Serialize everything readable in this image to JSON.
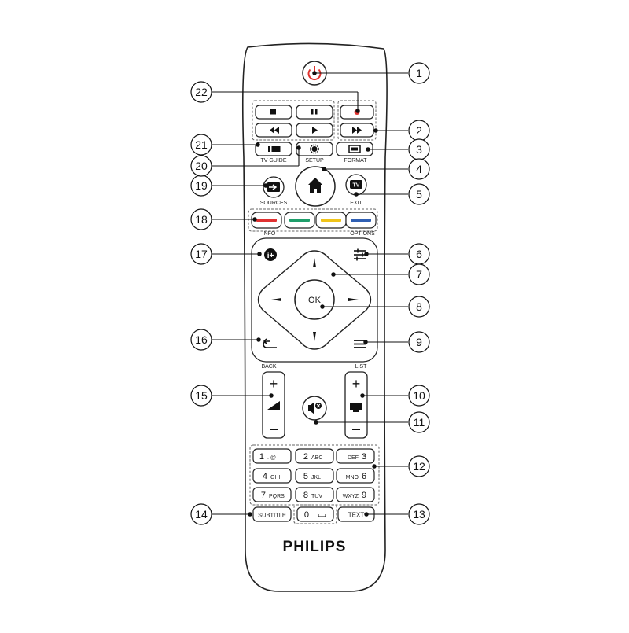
{
  "brand": "PHILIPS",
  "button_labels": {
    "tv_guide": "TV GUIDE",
    "setup": "SETUP",
    "format": "FORMAT",
    "sources": "SOURCES",
    "exit": "EXIT",
    "tv": "TV",
    "info": "INFO",
    "options": "OPTIONS",
    "ok": "OK",
    "back": "BACK",
    "list": "LIST",
    "plus": "+",
    "minus": "–",
    "subtitle": "SUBTITLE",
    "text": "TEXT"
  },
  "numpad": [
    {
      "digit": "1",
      "letters": ". @"
    },
    {
      "digit": "2",
      "letters": "ABC"
    },
    {
      "digit": "3",
      "letters": "DEF"
    },
    {
      "digit": "4",
      "letters": "GHI"
    },
    {
      "digit": "5",
      "letters": "JKL"
    },
    {
      "digit": "6",
      "letters": "MNO"
    },
    {
      "digit": "7",
      "letters": "PQRS"
    },
    {
      "digit": "8",
      "letters": "TUV"
    },
    {
      "digit": "9",
      "letters": "WXYZ"
    },
    {
      "digit": "0",
      "letters": "␣"
    }
  ],
  "callouts": [
    "1",
    "2",
    "3",
    "4",
    "5",
    "6",
    "7",
    "8",
    "9",
    "10",
    "11",
    "12",
    "13",
    "14",
    "15",
    "16",
    "17",
    "18",
    "19",
    "20",
    "21",
    "22"
  ],
  "colors": {
    "power": "#e0312d",
    "record": "#e0312d",
    "red_key": "#e03131",
    "green_key": "#1e9e6a",
    "yellow_key": "#f0c419",
    "blue_key": "#2f5fb3",
    "outline": "#222222"
  },
  "icons": [
    "power-icon",
    "record-icon",
    "stop-icon",
    "pause-icon",
    "rewind-icon",
    "play-icon",
    "fast-forward-icon",
    "tv-guide-icon",
    "setup-gear-icon",
    "format-icon",
    "home-icon",
    "sources-icon",
    "tv-icon",
    "info-icon",
    "adjust-icon",
    "arrow-up-icon",
    "arrow-down-icon",
    "arrow-left-icon",
    "arrow-right-icon",
    "back-icon",
    "list-icon",
    "volume-icon",
    "mute-icon",
    "channel-icon"
  ]
}
